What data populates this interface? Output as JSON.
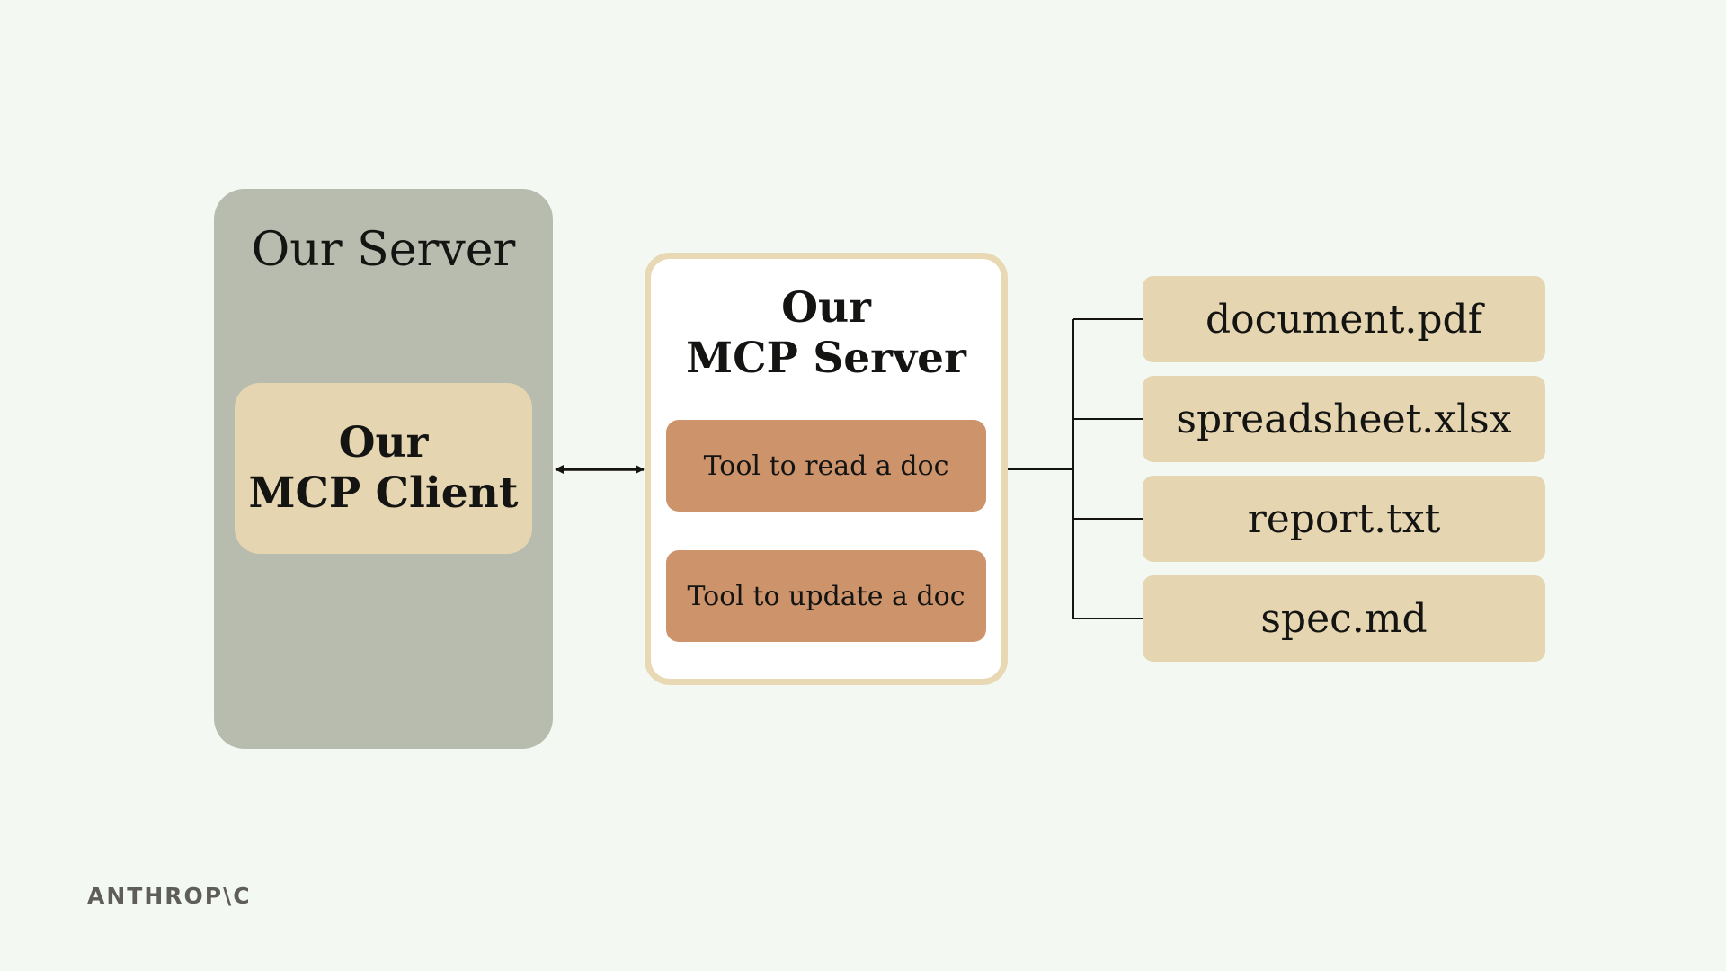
{
  "our_server": {
    "title": "Our Server",
    "client": {
      "line1": "Our",
      "line2": "MCP Client"
    }
  },
  "mcp_server": {
    "line1": "Our",
    "line2": "MCP Server",
    "tools": [
      {
        "label": "Tool to read a doc"
      },
      {
        "label": "Tool to update a doc"
      }
    ]
  },
  "files": [
    {
      "name": "document.pdf"
    },
    {
      "name": "spreadsheet.xlsx"
    },
    {
      "name": "report.txt"
    },
    {
      "name": "spec.md"
    }
  ],
  "brand": {
    "logo_text": "ANTHROP\\C"
  },
  "colors": {
    "background": "#f3f9f2",
    "server_box": "#b8bcae",
    "client_box": "#e5d6b1",
    "mcp_server_border": "#e8d8b3",
    "tool_box": "#cd936b",
    "file_box": "#e5d6b1"
  }
}
